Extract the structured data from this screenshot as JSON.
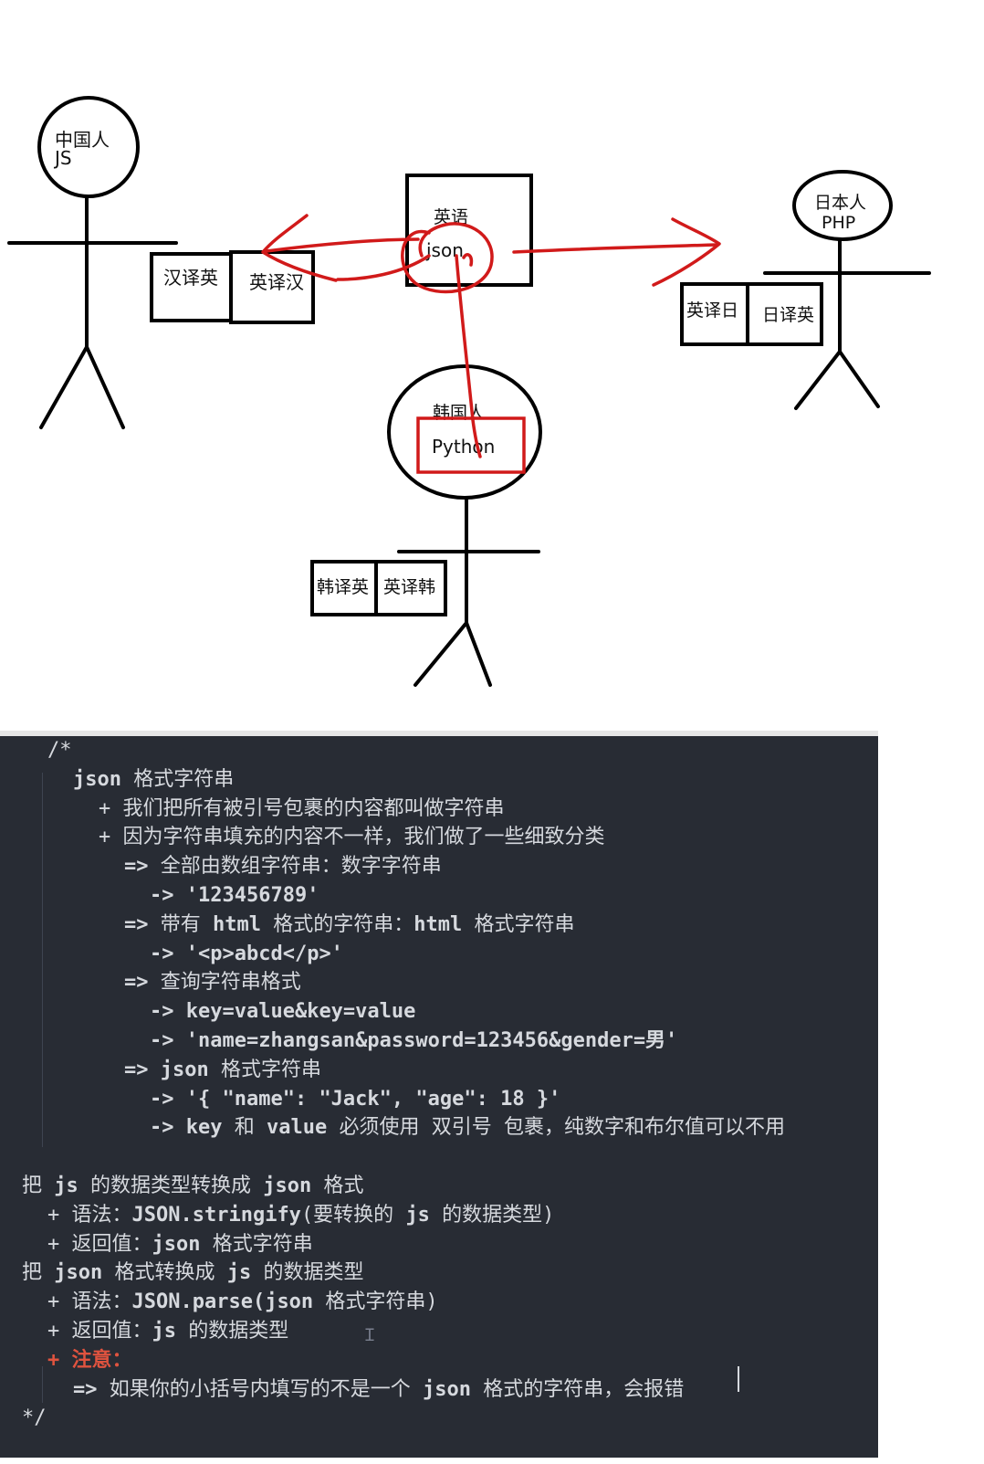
{
  "diagram": {
    "left_person": {
      "line1": "中国人",
      "line2": "JS"
    },
    "right_person": {
      "line1": "日本人",
      "line2": "PHP"
    },
    "bottom_person": {
      "line1": "韩国人",
      "language": "Python"
    },
    "center_box": {
      "line1": "英语",
      "line2": "json"
    },
    "left_boxes": [
      "汉译英",
      "英译汉"
    ],
    "right_boxes": [
      "英译日",
      "日译英"
    ],
    "bottom_boxes": [
      "韩译英",
      "英译韩"
    ]
  },
  "code_notes": {
    "lines": [
      {
        "indent": 1,
        "parts": [
          {
            "t": "/*",
            "s": "plain"
          }
        ]
      },
      {
        "indent": 2,
        "parts": [
          {
            "t": "json",
            "s": "tok"
          },
          {
            "t": " 格式字符串",
            "s": "plain"
          }
        ]
      },
      {
        "indent": 3,
        "parts": [
          {
            "t": "+ 我们把所有被引号包裹的内容都叫做字符串",
            "s": "plain"
          }
        ]
      },
      {
        "indent": 3,
        "parts": [
          {
            "t": "+ 因为字符串填充的内容不一样，我们做了一些细致分类",
            "s": "plain"
          }
        ]
      },
      {
        "indent": 4,
        "parts": [
          {
            "t": "=>",
            "s": "tok"
          },
          {
            "t": " 全部由数组字符串：数字字符串",
            "s": "plain"
          }
        ]
      },
      {
        "indent": 5,
        "parts": [
          {
            "t": "->",
            "s": "tok"
          },
          {
            "t": " '123456789'",
            "s": "tok"
          }
        ]
      },
      {
        "indent": 4,
        "parts": [
          {
            "t": "=>",
            "s": "tok"
          },
          {
            "t": " 带有 ",
            "s": "plain"
          },
          {
            "t": "html",
            "s": "tok"
          },
          {
            "t": " 格式的字符串：",
            "s": "plain"
          },
          {
            "t": "html",
            "s": "tok"
          },
          {
            "t": " 格式字符串",
            "s": "plain"
          }
        ]
      },
      {
        "indent": 5,
        "parts": [
          {
            "t": "->",
            "s": "tok"
          },
          {
            "t": " '<p>abcd</p>'",
            "s": "tok"
          }
        ]
      },
      {
        "indent": 4,
        "parts": [
          {
            "t": "=>",
            "s": "tok"
          },
          {
            "t": " 查询字符串格式",
            "s": "plain"
          }
        ]
      },
      {
        "indent": 5,
        "parts": [
          {
            "t": "->",
            "s": "tok"
          },
          {
            "t": " key=value&key=value",
            "s": "tok"
          }
        ]
      },
      {
        "indent": 5,
        "parts": [
          {
            "t": "->",
            "s": "tok"
          },
          {
            "t": " 'name=zhangsan&password=123456&gender=男'",
            "s": "tok"
          }
        ]
      },
      {
        "indent": 4,
        "parts": [
          {
            "t": "=>",
            "s": "tok"
          },
          {
            "t": " json",
            "s": "tok"
          },
          {
            "t": " 格式字符串",
            "s": "plain"
          }
        ]
      },
      {
        "indent": 5,
        "parts": [
          {
            "t": "->",
            "s": "tok"
          },
          {
            "t": " '{ \"name\": \"Jack\", \"age\": 18 }'",
            "s": "tok"
          }
        ]
      },
      {
        "indent": 5,
        "parts": [
          {
            "t": "->",
            "s": "tok"
          },
          {
            "t": " key",
            "s": "tok"
          },
          {
            "t": " 和 ",
            "s": "plain"
          },
          {
            "t": "value",
            "s": "tok"
          },
          {
            "t": " 必须使用 双引号 包裹，纯数字和布尔值可以不用",
            "s": "plain"
          }
        ]
      },
      {
        "indent": 0,
        "parts": []
      },
      {
        "indent": 0,
        "parts": [
          {
            "t": "把 ",
            "s": "plain"
          },
          {
            "t": "js",
            "s": "tok"
          },
          {
            "t": " 的数据类型转换成 ",
            "s": "plain"
          },
          {
            "t": "json",
            "s": "tok"
          },
          {
            "t": " 格式",
            "s": "plain"
          }
        ]
      },
      {
        "indent": 1,
        "parts": [
          {
            "t": "+ 语法：",
            "s": "plain"
          },
          {
            "t": "JSON.stringify",
            "s": "tok"
          },
          {
            "t": "(要转换的 ",
            "s": "plain"
          },
          {
            "t": "js",
            "s": "tok"
          },
          {
            "t": " 的数据类型)",
            "s": "plain"
          }
        ]
      },
      {
        "indent": 1,
        "parts": [
          {
            "t": "+ 返回值：",
            "s": "plain"
          },
          {
            "t": "json",
            "s": "tok"
          },
          {
            "t": " 格式字符串",
            "s": "plain"
          }
        ]
      },
      {
        "indent": 0,
        "parts": [
          {
            "t": "把 ",
            "s": "plain"
          },
          {
            "t": "json",
            "s": "tok"
          },
          {
            "t": " 格式转换成 ",
            "s": "plain"
          },
          {
            "t": "js",
            "s": "tok"
          },
          {
            "t": " 的数据类型",
            "s": "plain"
          }
        ]
      },
      {
        "indent": 1,
        "parts": [
          {
            "t": "+ 语法：",
            "s": "plain"
          },
          {
            "t": "JSON.parse(json",
            "s": "tok"
          },
          {
            "t": " 格式字符串)",
            "s": "plain"
          }
        ]
      },
      {
        "indent": 1,
        "parts": [
          {
            "t": "+ 返回值：",
            "s": "plain"
          },
          {
            "t": "js",
            "s": "tok"
          },
          {
            "t": " 的数据类型",
            "s": "plain"
          }
        ]
      },
      {
        "indent": 1,
        "parts": [
          {
            "t": "+ 注意：",
            "s": "warn"
          }
        ]
      },
      {
        "indent": 2,
        "parts": [
          {
            "t": "=>",
            "s": "tok"
          },
          {
            "t": " 如果你的小括号内填写的不是一个 ",
            "s": "plain"
          },
          {
            "t": "json",
            "s": "tok"
          },
          {
            "t": " 格式的字符串，会报错",
            "s": "plain"
          }
        ]
      },
      {
        "indent": 0,
        "parts": [
          {
            "t": "*/",
            "s": "plain"
          }
        ]
      }
    ]
  },
  "colors": {
    "editor_bg": "#282c34",
    "code_text": "#d6d9de",
    "warn": "#e0533f",
    "annotation_red": "#d11a1a"
  },
  "icons": {
    "cursor": "text-ibeam-icon"
  }
}
